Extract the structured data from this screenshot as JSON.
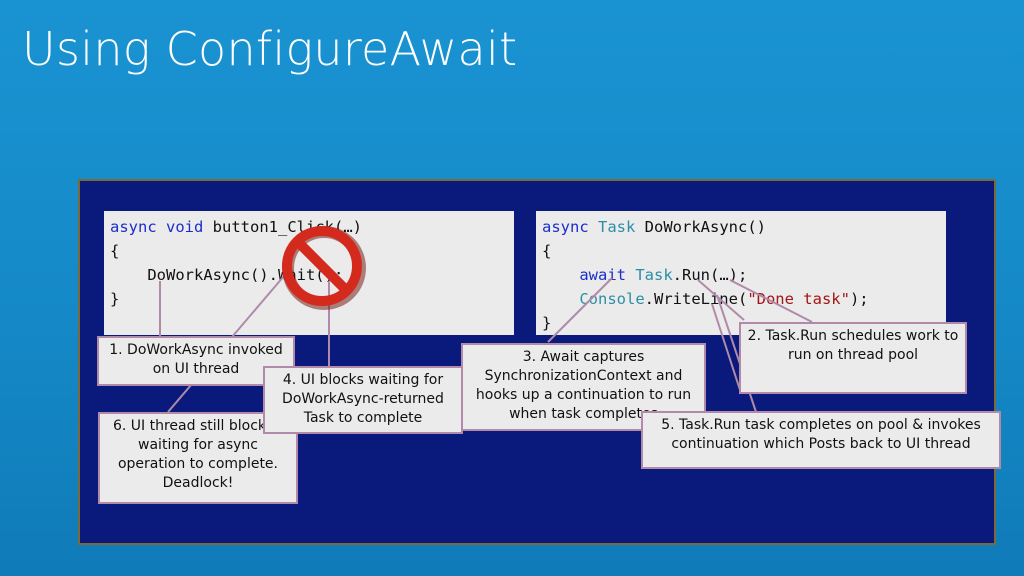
{
  "slide": {
    "title": "Using ConfigureAwait"
  },
  "code_left": {
    "kw_async": "async",
    "kw_void": "void",
    "sig_rest": " button1_Click(…)",
    "open_brace": "{",
    "call_line": "    DoWorkAsync().Wait();",
    "close_brace": "}"
  },
  "code_right": {
    "kw_async": "async",
    "ty_task": "Task",
    "sig_rest": " DoWorkAsync()",
    "open_brace": "{",
    "indent1": "    ",
    "kw_await": "await",
    "ty_task2": "Task",
    "run_call": ".Run(…);",
    "indent2": "    ",
    "ty_console": "Console",
    "writeline": ".WriteLine(",
    "str_done": "\"Done task\"",
    "writeline_end": ");",
    "close_brace": "}"
  },
  "notes": {
    "n1": "1. DoWorkAsync invoked on UI thread",
    "n2": "2. Task.Run schedules work to run on thread pool",
    "n3": "3. Await captures SynchronizationContext and hooks up a continuation to run when task completes",
    "n4": "4. UI blocks waiting for DoWorkAsync-returned Task to complete",
    "n5": "5. Task.Run task completes on pool & invokes continuation which Posts back to UI thread",
    "n6": "6. UI thread still blocked waiting for async operation to complete. Deadlock!"
  },
  "colors": {
    "slide_bg": "#1589c7",
    "stage_bg": "#0a1a7c",
    "code_bg": "#ebebeb",
    "keyword": "#1a2fc9",
    "type": "#2a8fa6",
    "string": "#a31515",
    "no_sign": "#d42a1e",
    "arrow_line": "#b08aa8"
  },
  "icons": {
    "prohibition": "no-sign-icon"
  }
}
